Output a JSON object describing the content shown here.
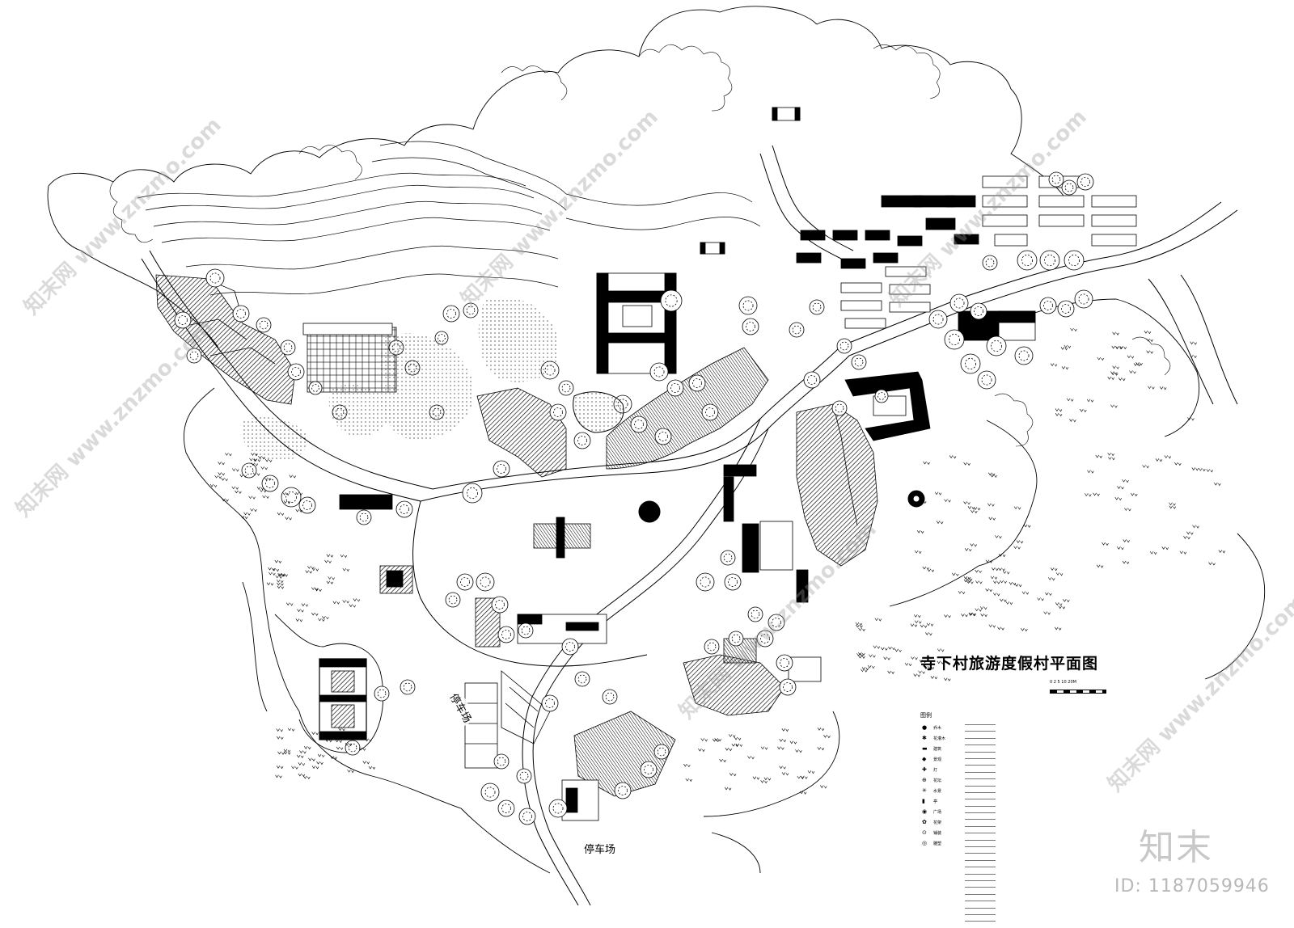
{
  "title": "寺下村旅游度假村平面图",
  "scale_bar": {
    "ticks": "0 2 5 10 20M"
  },
  "parking_labels": [
    "停车场",
    "停车场"
  ],
  "legend": {
    "title": "图例",
    "items": [
      {
        "symbol": "●",
        "label": "乔木"
      },
      {
        "symbol": "✱",
        "label": "花灌木"
      },
      {
        "symbol": "▬",
        "label": "建筑"
      },
      {
        "symbol": "◆",
        "label": "景观"
      },
      {
        "symbol": "✚",
        "label": "灯"
      },
      {
        "symbol": "⊕",
        "label": "花坛"
      },
      {
        "symbol": "✳",
        "label": "水景"
      },
      {
        "symbol": "▮",
        "label": "亭"
      },
      {
        "symbol": "◉",
        "label": "广场"
      },
      {
        "symbol": "✿",
        "label": "花架"
      },
      {
        "symbol": "⊙",
        "label": "铺装"
      },
      {
        "symbol": "◎",
        "label": "雕塑"
      }
    ]
  },
  "watermarks": {
    "brand": "知末",
    "id": "ID: 1187059946",
    "site": "知末网 www.znzmo.com"
  },
  "colors": {
    "ink": "#000000",
    "paper": "#ffffff",
    "watermark": "#c8c8c8"
  }
}
